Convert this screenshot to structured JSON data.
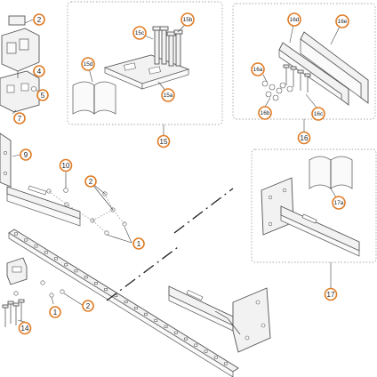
{
  "callouts": {
    "c2a": "2",
    "c4": "4",
    "c5": "5",
    "c7": "7",
    "c9": "9",
    "c10": "10",
    "c2b": "2",
    "c1a": "1",
    "c1b": "1",
    "c2c": "2",
    "c14": "14",
    "c15c": "15c",
    "c15b": "15b",
    "c15d": "15d",
    "c15a": "15a",
    "c15": "15",
    "c16d": "16d",
    "c16e": "16e",
    "c16a": "16a",
    "c16b": "16b",
    "c16c": "16c",
    "c16": "16",
    "c17a": "17a",
    "c17": "17"
  },
  "colors": {
    "callout_ring": "#e07b24",
    "line": "#444444",
    "box_dots": "#8a8a8a"
  },
  "icons": {
    "manual": "open-book-icon"
  }
}
